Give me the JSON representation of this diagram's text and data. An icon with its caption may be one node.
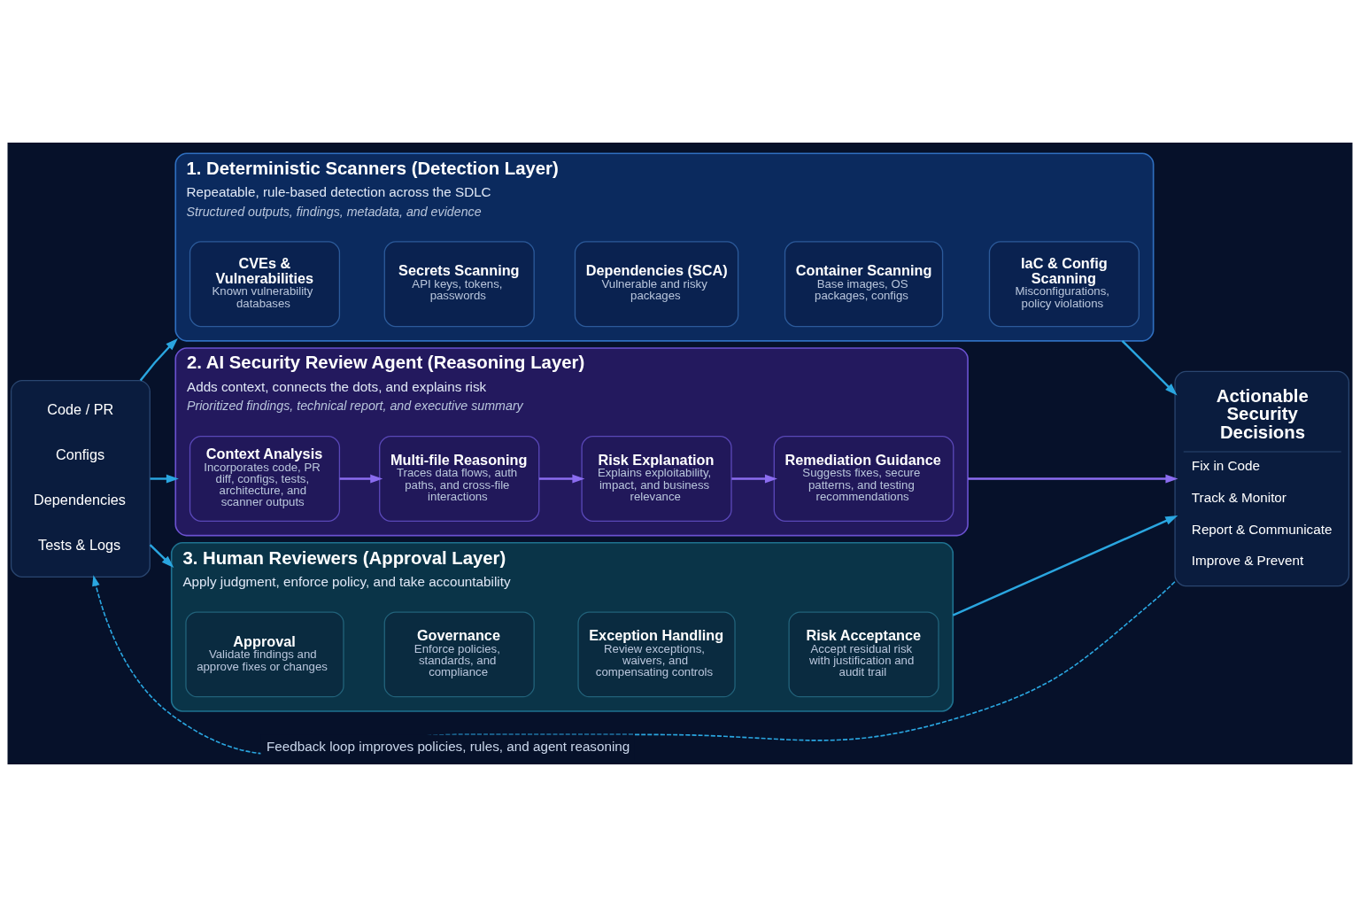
{
  "diagram": {
    "nodes": [
      {
        "text": [
          "Code / PR",
          "Configs",
          "Dependencies",
          "Tests & Logs"
        ]
      },
      {
        "text": [
          "1. Deterministic Scanners (Detection Layer)",
          "Repeatable, rule-based detection across the SDLC",
          "Structured outputs, findings, metadata, and evidence"
        ]
      },
      {
        "text": [
          "CVEs & Vulnerabilities",
          "Known vulnerability databases"
        ],
        "in": 1
      },
      {
        "text": [
          "Secrets Scanning",
          "API keys, tokens, passwords"
        ],
        "in": 1
      },
      {
        "text": [
          "Dependencies (SCA)",
          "Vulnerable and risky packages"
        ],
        "in": 1
      },
      {
        "text": [
          "Container Scanning",
          "Base images, OS packages, configs"
        ],
        "in": 1
      },
      {
        "text": [
          "IaC & Config Scanning",
          "Misconfigurations, policy violations"
        ],
        "in": 1
      },
      {
        "text": [
          "2. AI Security Review Agent (Reasoning Layer)",
          "Adds context, connects the dots, and explains risk",
          "Prioritized findings, technical report, and executive summary"
        ]
      },
      {
        "text": [
          "Context Analysis",
          "Incorporates code, PR diff, configs, tests, architecture, and scanner outputs"
        ],
        "in": 7
      },
      {
        "text": [
          "Multi-file Reasoning",
          "Traces data flows, auth paths, and cross-file interactions"
        ],
        "in": 7
      },
      {
        "text": [
          "Risk Explanation",
          "Explains exploitability, impact, and business relevance"
        ],
        "in": 7
      },
      {
        "text": [
          "Remediation Guidance",
          "Suggests fixes, secure patterns, and testing recommendations"
        ],
        "in": 7
      },
      {
        "text": [
          "3. Human Reviewers (Approval Layer)",
          "Apply judgment, enforce policy, and take accountability"
        ]
      },
      {
        "text": [
          "Approval",
          "Validate findings and approve fixes or changes"
        ],
        "in": 12
      },
      {
        "text": [
          "Governance",
          "Enforce policies, standards, and compliance"
        ],
        "in": 12
      },
      {
        "text": [
          "Exception Handling",
          "Review exceptions, waivers, and compensating controls"
        ],
        "in": 12
      },
      {
        "text": [
          "Risk Acceptance",
          "Accept residual risk with justification and audit trail"
        ],
        "in": 12
      },
      {
        "text": [
          "Actionable Security Decisions",
          "Fix in Code",
          "Track & Monitor",
          "Report & Communicate",
          "Improve & Prevent"
        ]
      }
    ],
    "edges": [
      {
        "from": 0,
        "to": 1,
        "arrow": "to"
      },
      {
        "from": 0,
        "to": 7,
        "arrow": "to"
      },
      {
        "from": 0,
        "to": 12,
        "arrow": "to"
      },
      {
        "from": 8,
        "to": 9,
        "arrow": "to",
        "color": "#8b6cf0"
      },
      {
        "from": 9,
        "to": 10,
        "arrow": "to",
        "color": "#8b6cf0"
      },
      {
        "from": 10,
        "to": 11,
        "arrow": "to",
        "color": "#8b6cf0"
      },
      {
        "from": 1,
        "to": 17,
        "arrow": "to"
      },
      {
        "from": 7,
        "to": 17,
        "arrow": "to",
        "color": "#8b6cf0"
      },
      {
        "from": 12,
        "to": 17,
        "arrow": "to"
      },
      {
        "from": 17,
        "to": 0,
        "arrow": "to",
        "style": "dashed",
        "label": "Feedback loop improves policies, rules, and agent reasoning"
      }
    ]
  }
}
